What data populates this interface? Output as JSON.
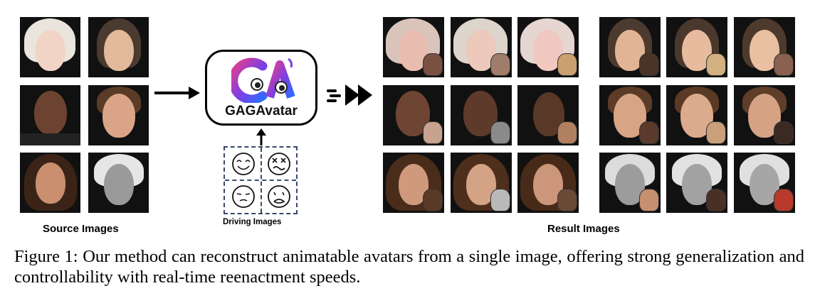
{
  "figure": {
    "logo_text": "GAGAvatar",
    "source_label": "Source Images",
    "driving_label": "Driving Images",
    "result_label": "Result Images",
    "caption": "Figure 1:   Our method can reconstruct animatable avatars from a single image, offering strong generalization and controllability with real-time reenactment speeds."
  },
  "colors": {
    "logo_gradient": [
      "#e83e8c",
      "#7b3fe4",
      "#2f6bff"
    ],
    "arrow": "#000000",
    "dashed_border": "#3b4a6b"
  },
  "icons": [
    "right-arrow-icon",
    "up-arrow-icon",
    "fast-forward-icon",
    "smile-face-icon",
    "dizzy-face-icon",
    "sleepy-face-icon",
    "surprised-face-icon"
  ]
}
